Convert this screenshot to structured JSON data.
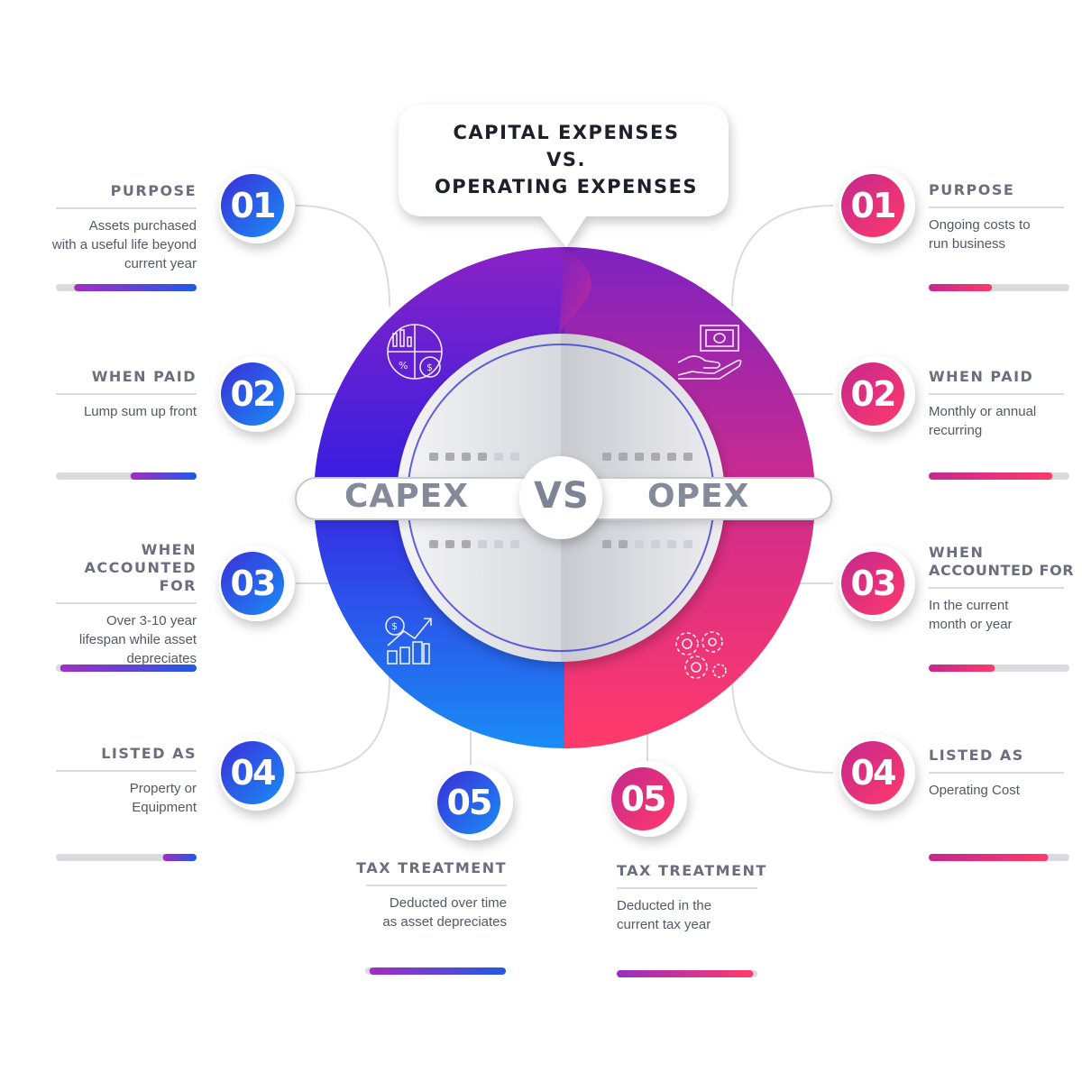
{
  "header": {
    "title_line1": "CAPITAL EXPENSES",
    "title_line2": "VS.",
    "title_line3": "OPERATING EXPENSES"
  },
  "center": {
    "left_label": "CAPEX",
    "vs_label": "VS",
    "right_label": "OPEX"
  },
  "colors": {
    "capex_top": "#7a22c8",
    "capex_bottom": "#1a8cf5",
    "opex_top": "#8a22b4",
    "opex_bottom": "#ff3a6a",
    "text_gray": "#6b6e7c"
  },
  "icons": {
    "capex_top": "pie-chart-percent-icon",
    "opex_top": "money-in-hand-icon",
    "capex_bottom": "growth-chart-icon",
    "opex_bottom": "gears-icon"
  },
  "capex": [
    {
      "number": "01",
      "title": "PURPOSE",
      "desc": [
        "Assets purchased",
        "with a useful life beyond",
        "current year"
      ],
      "progress": 0.87
    },
    {
      "number": "02",
      "title": "WHEN PAID",
      "desc": [
        "Lump sum up front"
      ],
      "progress": 0.47
    },
    {
      "number": "03",
      "title_lines": [
        "WHEN",
        "ACCOUNTED FOR"
      ],
      "desc": [
        "Over 3-10 year",
        "lifespan while asset",
        "depreciates"
      ],
      "progress": 0.97
    },
    {
      "number": "04",
      "title": "LISTED AS",
      "desc": [
        "Property or",
        "Equipment"
      ],
      "progress": 0.24
    },
    {
      "number": "05",
      "title": "TAX TREATMENT",
      "desc": [
        "Deducted over time",
        "as asset depreciates"
      ],
      "progress": 0.97
    }
  ],
  "opex": [
    {
      "number": "01",
      "title": "PURPOSE",
      "desc": [
        "Ongoing costs to",
        "run business"
      ],
      "progress": 0.45
    },
    {
      "number": "02",
      "title": "WHEN PAID",
      "desc": [
        "Monthly or annual",
        "recurring"
      ],
      "progress": 0.88
    },
    {
      "number": "03",
      "title_lines": [
        "WHEN",
        "ACCOUNTED FOR"
      ],
      "desc": [
        "In the current",
        "month or year"
      ],
      "progress": 0.47
    },
    {
      "number": "04",
      "title": "LISTED AS",
      "desc": [
        "Operating Cost"
      ],
      "progress": 0.85
    },
    {
      "number": "05",
      "title": "TAX TREATMENT",
      "desc": [
        "Deducted in the",
        "current tax year"
      ],
      "progress": 0.97
    }
  ]
}
